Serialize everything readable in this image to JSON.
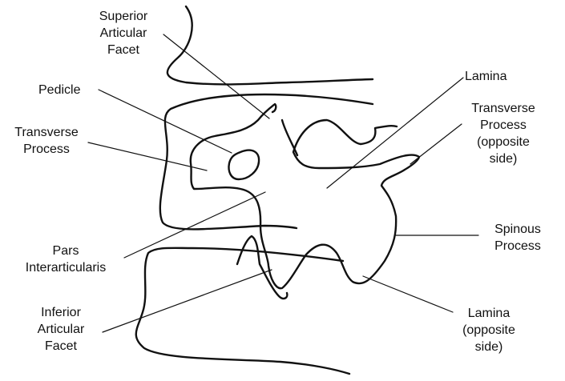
{
  "labels": {
    "superior_articular_facet": [
      "Superior",
      "Articular",
      "Facet"
    ],
    "pedicle": [
      "Pedicle"
    ],
    "transverse_process": [
      "Transverse",
      "Process"
    ],
    "pars_interarticularis": [
      "Pars",
      "Interarticularis"
    ],
    "inferior_articular_facet": [
      "Inferior",
      "Articular",
      "Facet"
    ],
    "lamina": [
      "Lamina"
    ],
    "transverse_process_opposite": [
      "Transverse",
      "Process",
      "(opposite",
      "side)"
    ],
    "spinous_process": [
      "Spinous",
      "Process"
    ],
    "lamina_opposite": [
      "Lamina",
      "(opposite",
      "side)"
    ]
  },
  "colors": {
    "ink": "#111111",
    "background": "#ffffff"
  }
}
